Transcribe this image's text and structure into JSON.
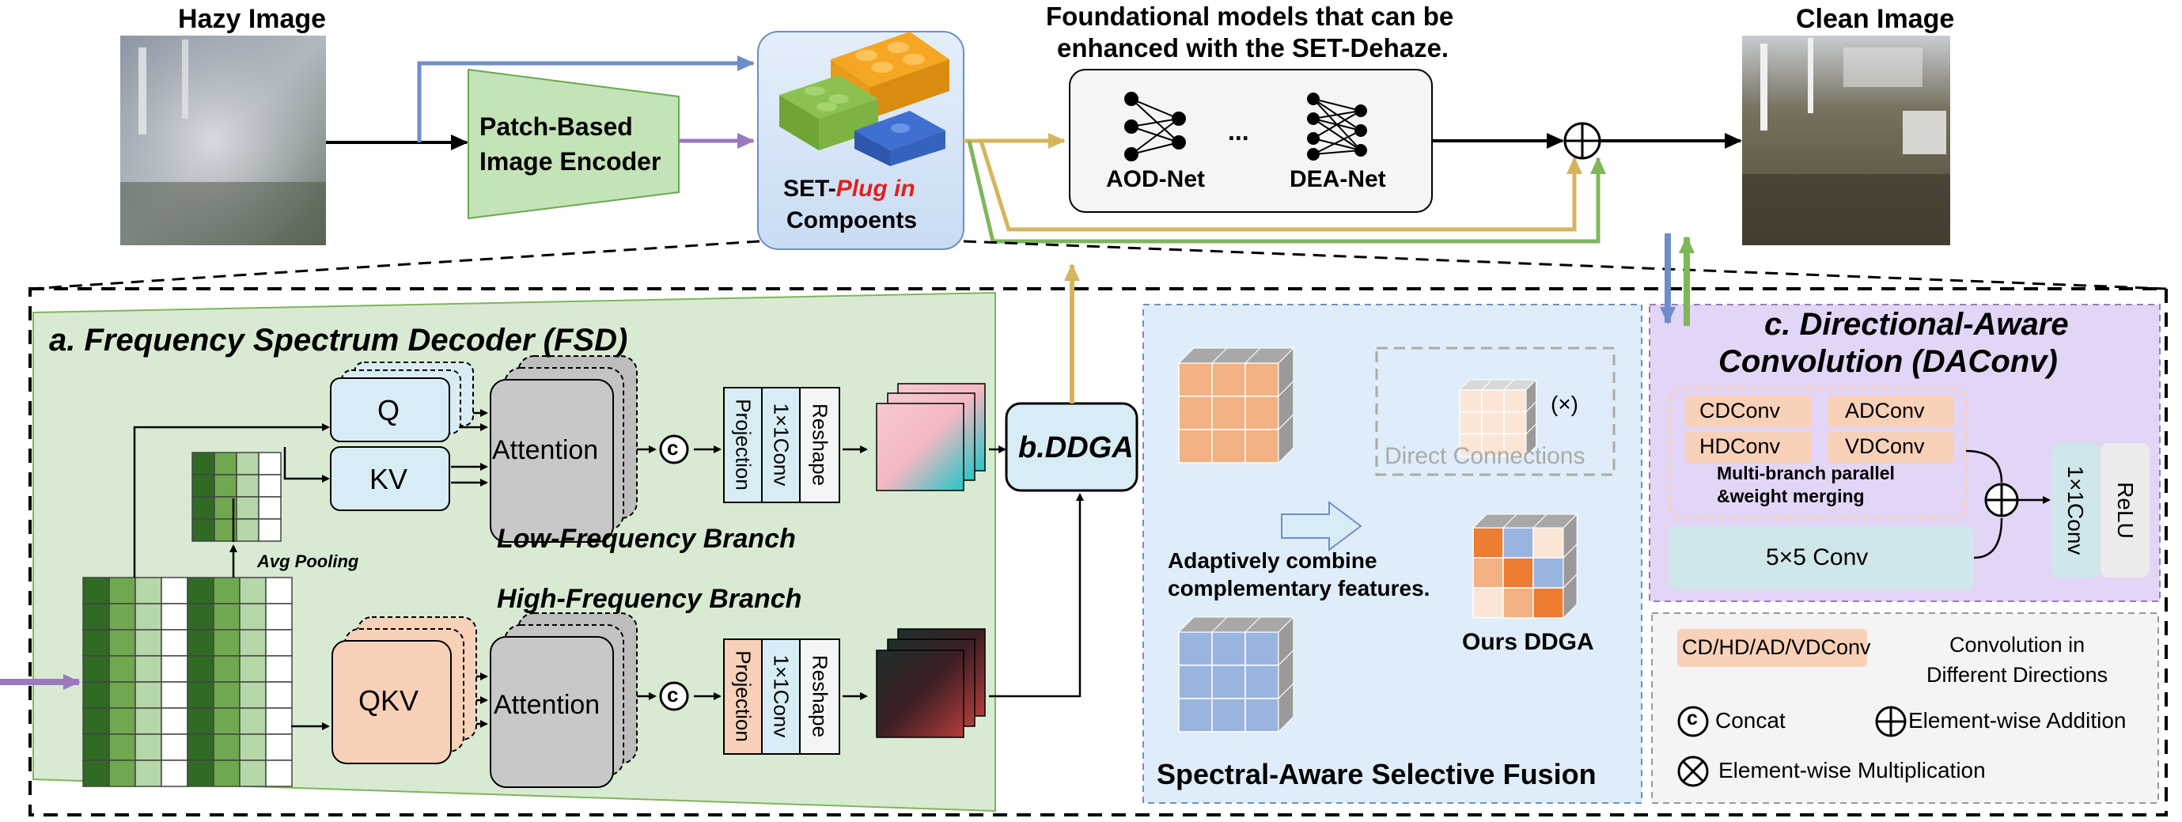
{
  "top": {
    "hazy_title": "Hazy Image",
    "clean_title": "Clean Image",
    "encoder_line1": "Patch-Based",
    "encoder_line2": "Image Encoder",
    "plugin_prefix": "SET-",
    "plugin_em": "Plug in",
    "plugin_line2": "Compoents",
    "foundation_line1": "Foundational models that can be",
    "foundation_line2": "enhanced with the SET-Dehaze.",
    "model_a": "AOD-Net",
    "model_b": "DEA-Net",
    "ellipsis": "..."
  },
  "fsd": {
    "title": "a. Frequency Spectrum Decoder (FSD)",
    "q": "Q",
    "kv": "KV",
    "qkv": "QKV",
    "attention_low": "Attention",
    "attention_high": "Attention",
    "concat_symbol": "c",
    "proj_low": "Projection",
    "conv_low": "1×1Conv",
    "reshape_low": "Reshape",
    "proj_high": "Projection",
    "conv_high": "1×1Conv",
    "reshape_high": "Reshape",
    "low_branch": "Low-Frequency  Branch",
    "high_branch": "High-Frequency  Branch",
    "avg_pooling": "Avg Pooling"
  },
  "ddga": {
    "label": "b.DDGA"
  },
  "sasf": {
    "direct": "Direct Connections",
    "times": "(×)",
    "adapt_line1": "Adaptively combine",
    "adapt_line2": "complementary features.",
    "ours": "Ours DDGA",
    "title": "Spectral-Aware Selective Fusion"
  },
  "daconv": {
    "title_line1": "c. Directional-Aware",
    "title_line2": "Convolution (DAConv)",
    "cd": "CDConv",
    "ad": "ADConv",
    "hd": "HDConv",
    "vd": "VDConv",
    "merge_line1": "Multi-branch parallel",
    "merge_line2": "&weight merging",
    "conv5": "5×5 Conv",
    "conv1": "1×1Conv",
    "relu": "ReLU"
  },
  "legend": {
    "dir_label": "CD/HD/AD/VDConv",
    "dir_desc_line1": "Convolution in",
    "dir_desc_line2": "Different Directions",
    "concat": "Concat",
    "add": "Element-wise Addition",
    "mult": "Element-wise Multiplication"
  },
  "colors": {
    "blue_arrow": "#6e8ec8",
    "purple_arrow": "#9b79bd",
    "gold_arrow": "#d5b45c",
    "green_arrow": "#7eb65a",
    "fsd_bg": "#d9ead3",
    "sasf_bg": "#deedf9",
    "daconv_bg": "#e3d5f5",
    "orange_fill": "#f8d1b8",
    "light_blue_fill": "#d8ecf5"
  }
}
